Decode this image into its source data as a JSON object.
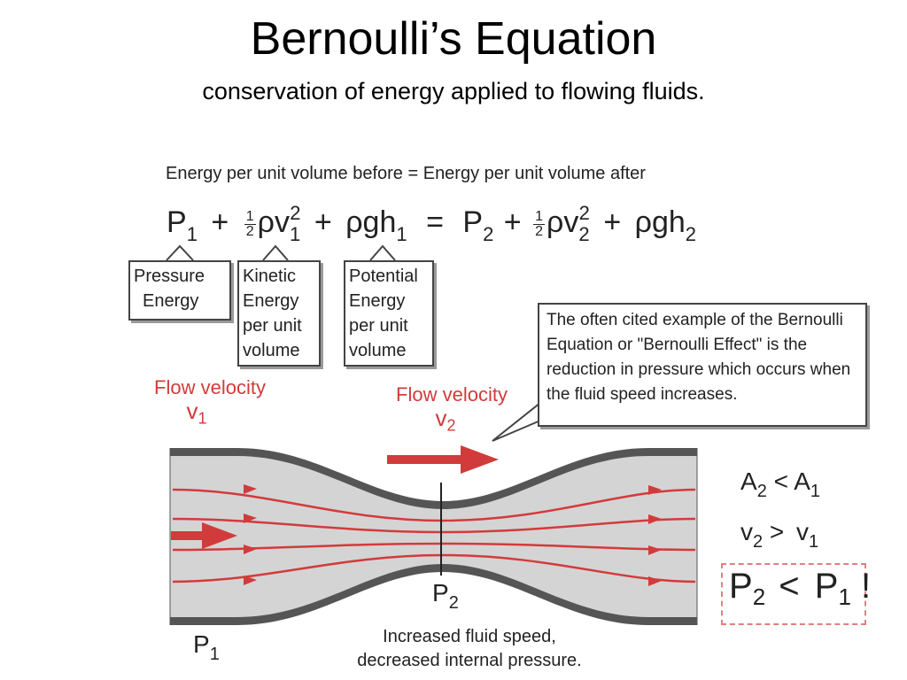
{
  "slide": {
    "title": "Bernoulli’s Equation",
    "subtitle": "conservation of energy applied to flowing fluids."
  },
  "equation": {
    "heading": "Energy per unit volume before = Energy per unit volume after",
    "p1": "P",
    "p1_sub": "1",
    "plus1": "+",
    "frac_num": "1",
    "frac_den": "2",
    "kin1": "ρv",
    "kin1_sub": "1",
    "kin1_sup": "2",
    "plus2": "+",
    "pot1": "ρgh",
    "pot1_sub": "1",
    "equals": "=",
    "p2": "P",
    "p2_sub": "2",
    "plus3": "+",
    "frac2_num": "1",
    "frac2_den": "2",
    "kin2": "ρv",
    "kin2_sub": "2",
    "kin2_sup": "2",
    "plus4": "+",
    "pot2": "ρgh",
    "pot2_sub": "2"
  },
  "boxes": {
    "pressure": [
      "Pressure",
      "Energy"
    ],
    "kinetic": [
      "Kinetic",
      "Energy",
      "per unit",
      "volume"
    ],
    "potential": [
      "Potential",
      "Energy",
      "per unit",
      "volume"
    ]
  },
  "callout": {
    "text": "The often cited example of the Bernoulli Equation or \"Bernoulli Effect\" is the reduction in pressure which occurs when the fluid speed increases."
  },
  "flow": {
    "v1_label": "Flow velocity",
    "v1_sym": "v",
    "v1_sub": "1",
    "v2_label": "Flow velocity",
    "v2_sym": "v",
    "v2_sub": "2"
  },
  "relations": {
    "area_a2": "A",
    "area_a2_sub": "2",
    "area_op": "<",
    "area_a1": "A",
    "area_a1_sub": "1",
    "vel_v2": "v",
    "vel_v2_sub": "2",
    "vel_op": ">",
    "vel_v1": "v",
    "vel_v1_sub": "1",
    "press_p2": "P",
    "press_p2_sub": "2",
    "press_op": "<",
    "press_p1": "P",
    "press_p1_sub": "1",
    "press_bang": "!"
  },
  "labels": {
    "p1": "P",
    "p1_sub": "1",
    "p2": "P",
    "p2_sub": "2"
  },
  "caption": {
    "line1": "Increased fluid speed,",
    "line2": "decreased internal pressure."
  },
  "colors": {
    "accent_red": "#d23b3b",
    "pipe_wall": "#555555",
    "fluid": "#d4d4d4"
  }
}
